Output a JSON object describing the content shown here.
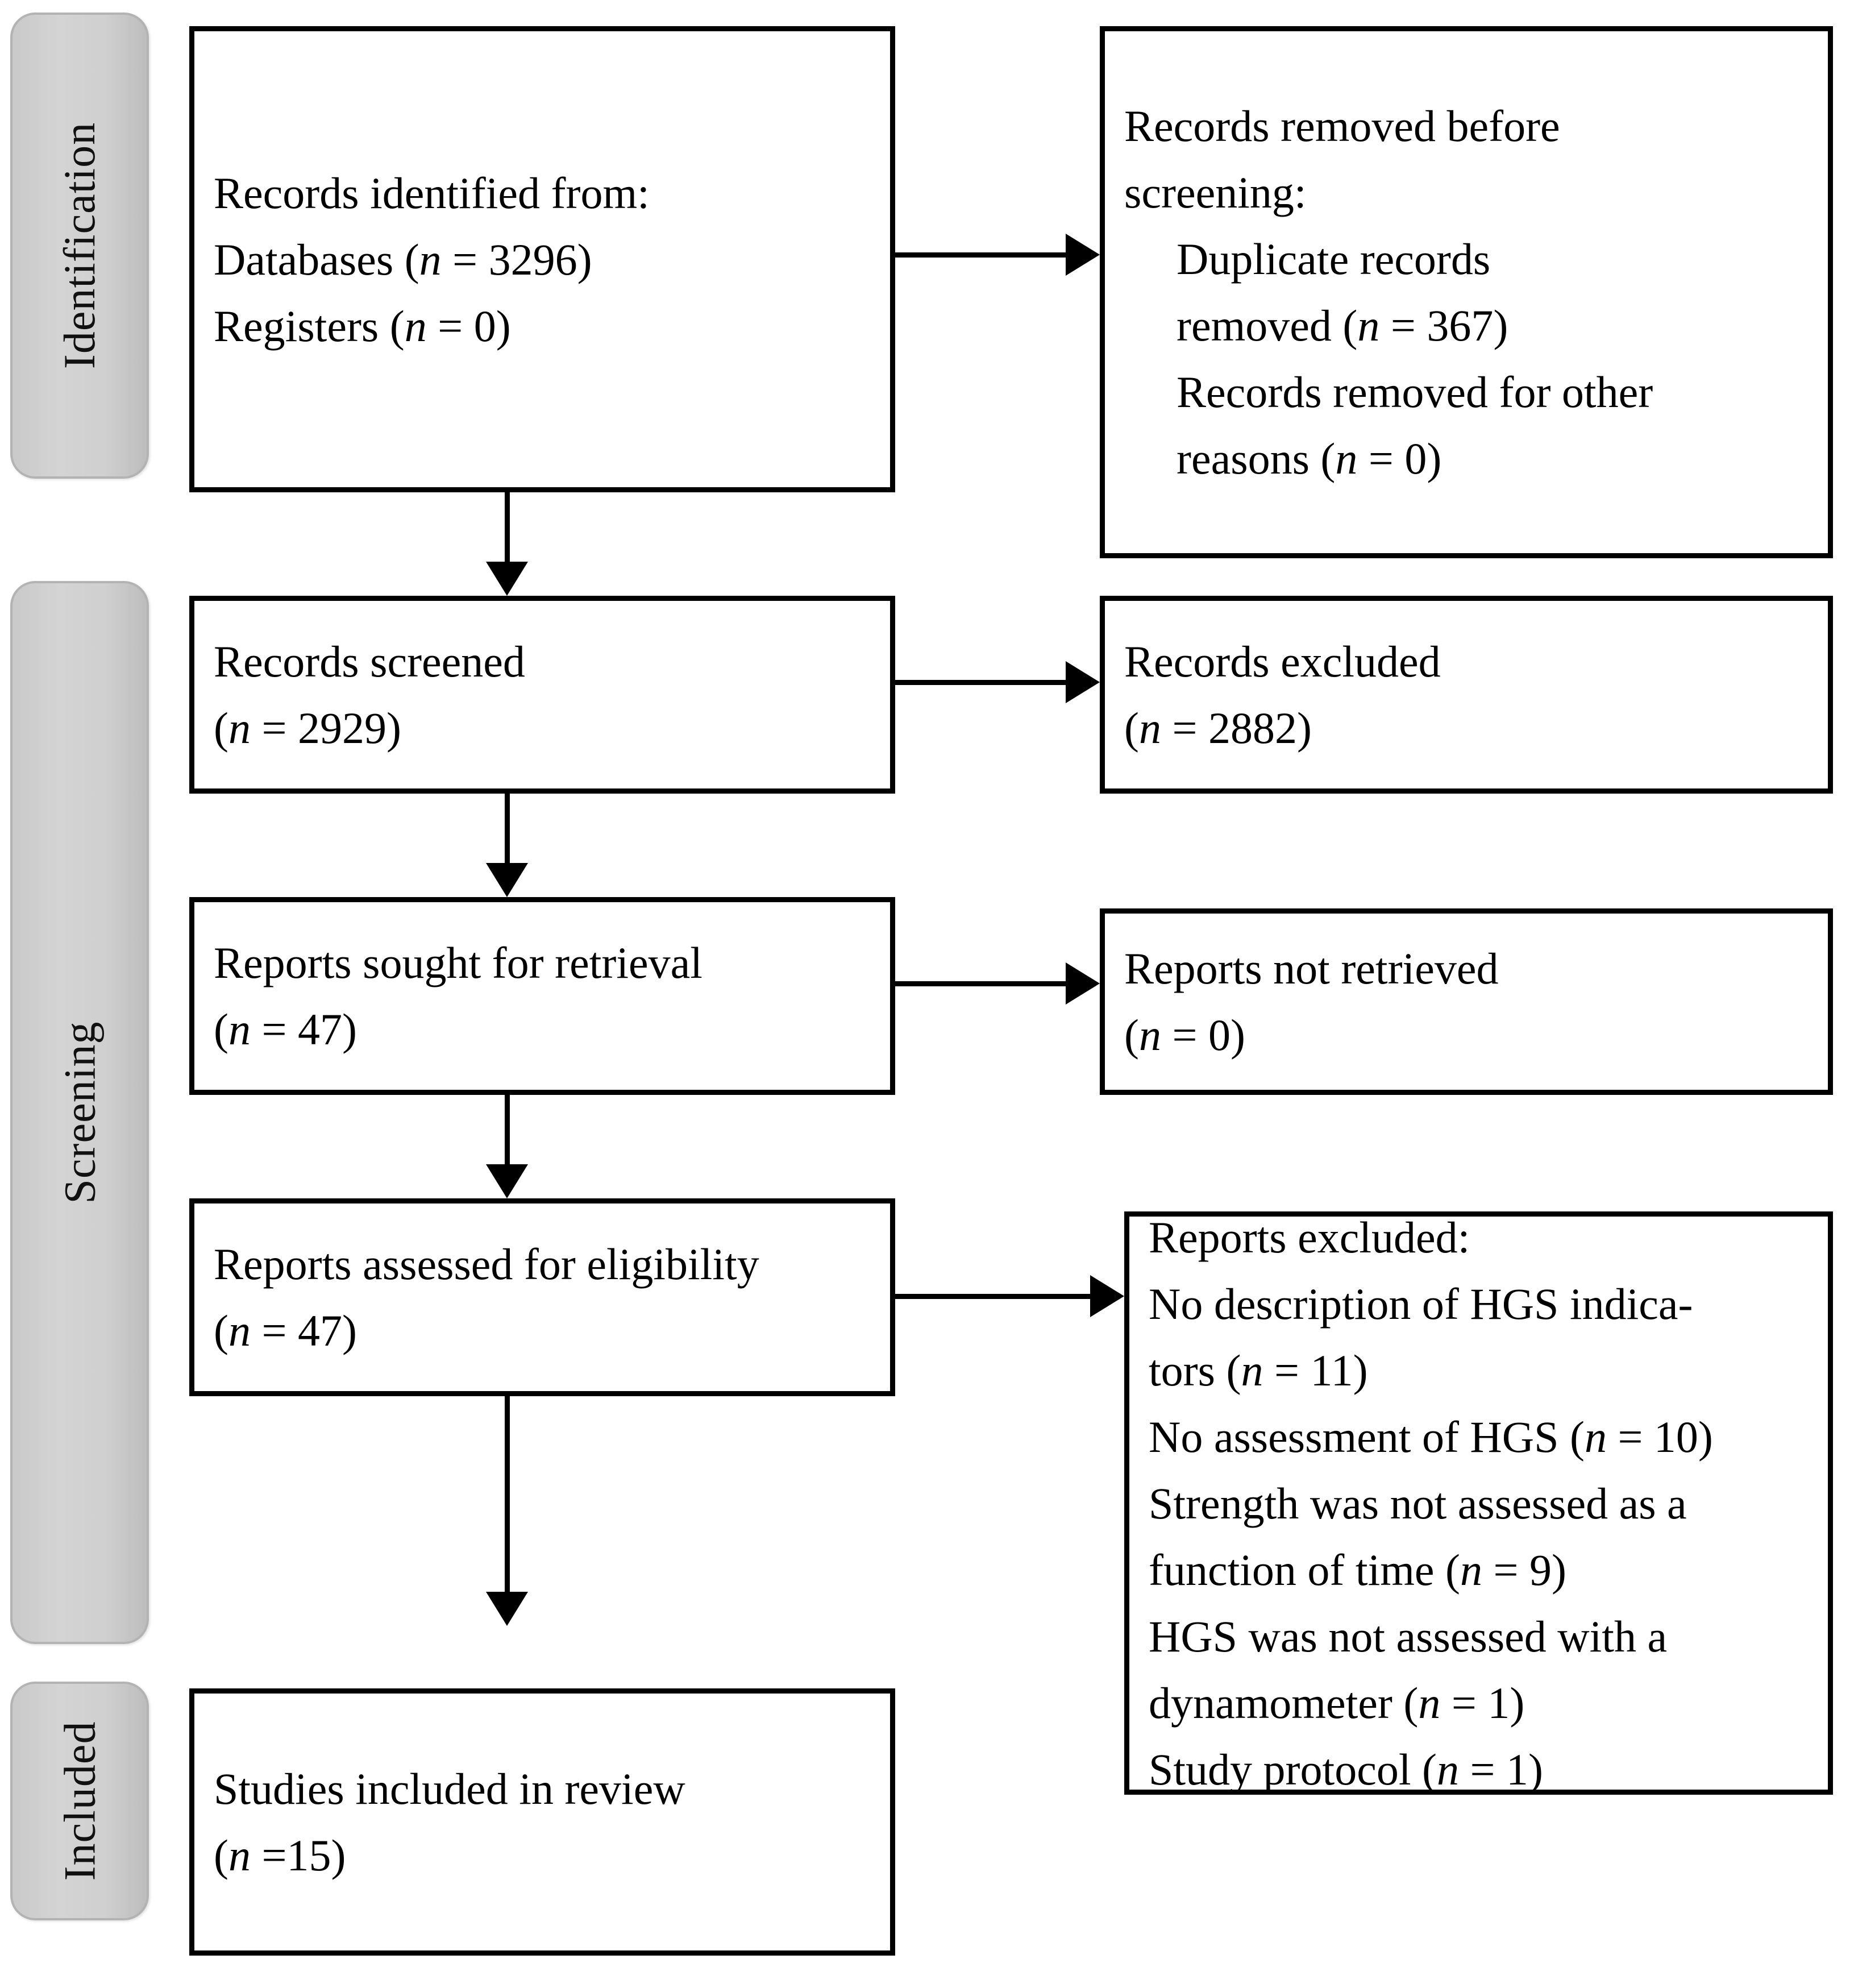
{
  "diagram": {
    "type": "prisma-flow-diagram",
    "stages": [
      {
        "id": "identification",
        "label": "Identification"
      },
      {
        "id": "screening",
        "label": "Screening"
      },
      {
        "id": "included",
        "label": "Included"
      }
    ],
    "boxes": {
      "records_identified": {
        "lines": [
          "Records identified from:",
          "Databases (n = 3296)",
          "Registers (n = 0)"
        ]
      },
      "records_removed": {
        "lines": [
          "Records removed before",
          "screening:",
          "Duplicate records",
          "removed (n = 367)",
          "Records removed for other",
          "reasons (n = 0)"
        ]
      },
      "records_screened": {
        "lines": [
          "Records screened",
          "(n = 2929)"
        ]
      },
      "records_excluded": {
        "lines": [
          "Records excluded",
          "(n = 2882)"
        ]
      },
      "reports_sought": {
        "lines": [
          "Reports sought for retrieval",
          "(n = 47)"
        ]
      },
      "reports_not_retrieved": {
        "lines": [
          "Reports not retrieved",
          "(n = 0)"
        ]
      },
      "reports_assessed": {
        "lines": [
          "Reports assessed for eligibility",
          "(n = 47)"
        ]
      },
      "reports_excluded": {
        "lines": [
          "Reports excluded:",
          "No description of HGS indica-",
          "tors (n = 11)",
          "No assessment of HGS (n = 10)",
          "Strength was not assessed as a",
          "function of time (n = 9)",
          "HGS was not assessed with a",
          "dynamometer (n = 1)",
          "Study protocol (n = 1)"
        ]
      },
      "studies_included": {
        "lines": [
          "Studies included in review",
          "(n =15)"
        ]
      }
    },
    "counts": {
      "databases": 3296,
      "registers": 0,
      "duplicates_removed": 367,
      "removed_other_reasons": 0,
      "records_screened": 2929,
      "records_excluded": 2882,
      "reports_sought": 47,
      "reports_not_retrieved": 0,
      "reports_assessed": 47,
      "excluded_no_hgs_description": 11,
      "excluded_no_hgs_assessment": 10,
      "excluded_not_function_of_time": 9,
      "excluded_no_dynamometer": 1,
      "excluded_study_protocol": 1,
      "studies_included": 15
    },
    "colors": {
      "box_border": "#000000",
      "box_fill": "#ffffff",
      "stage_fill": "#cfcfcf",
      "stage_border": "#b3b3b3",
      "text": "#000000"
    }
  }
}
